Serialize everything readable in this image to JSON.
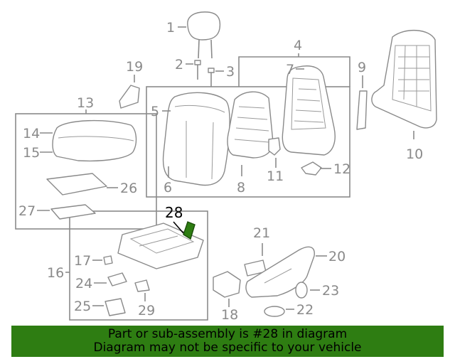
{
  "callouts": {
    "c1": "1",
    "c2": "2",
    "c3": "3",
    "c4": "4",
    "c5": "5",
    "c6": "6",
    "c7": "7",
    "c8": "8",
    "c9": "9",
    "c10": "10",
    "c11": "11",
    "c12": "12",
    "c13": "13",
    "c14": "14",
    "c15": "15",
    "c16": "16",
    "c17": "17",
    "c18": "18",
    "c19": "19",
    "c20": "20",
    "c21": "21",
    "c22": "22",
    "c23": "23",
    "c24": "24",
    "c25": "25",
    "c26": "26",
    "c27": "27",
    "c28": "28",
    "c29": "29"
  },
  "highlighted_part": "28",
  "colors": {
    "highlight": "#2e7d12",
    "line": "#8a8a8a",
    "banner_bg": "#2e7d12"
  },
  "banner": {
    "line1": "Part or sub-assembly is #28 in diagram",
    "line2": "Diagram may not be specific to your vehicle"
  }
}
